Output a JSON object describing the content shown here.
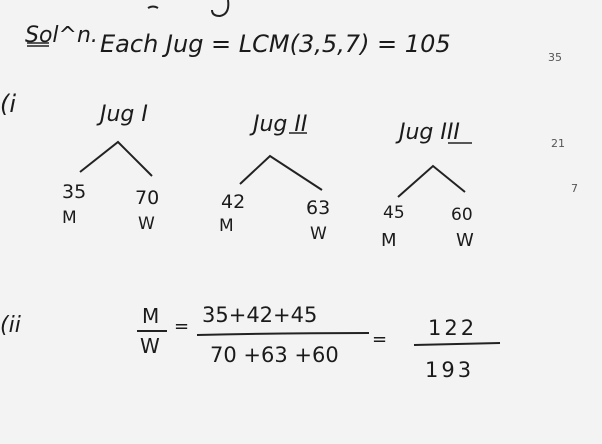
{
  "solution": {
    "label": "Sol^n.",
    "statement": "Each Jug = LCM(3,5,7) = 105"
  },
  "part_i": {
    "marker": "(i",
    "jugs": [
      {
        "title": "Jug I",
        "left_value": "35",
        "left_tag": "M",
        "right_value": "70",
        "right_tag": "W"
      },
      {
        "title": "Jug II",
        "left_value": "42",
        "left_tag": "M",
        "right_value": "63",
        "right_tag": "W"
      },
      {
        "title": "Jug III",
        "left_value": "45",
        "left_tag": "M",
        "right_value": "60",
        "right_tag": "W"
      }
    ]
  },
  "part_ii": {
    "marker": "(ii",
    "ratio_numerator": "M",
    "ratio_denominator": "W",
    "eq1": "=",
    "sum_numerator": "35+42+45",
    "sum_denominator": "70 +63 +60",
    "eq2": "=",
    "result_numerator": "122",
    "result_denominator": "193"
  },
  "margin_marks": [
    "35",
    "21",
    "7"
  ]
}
